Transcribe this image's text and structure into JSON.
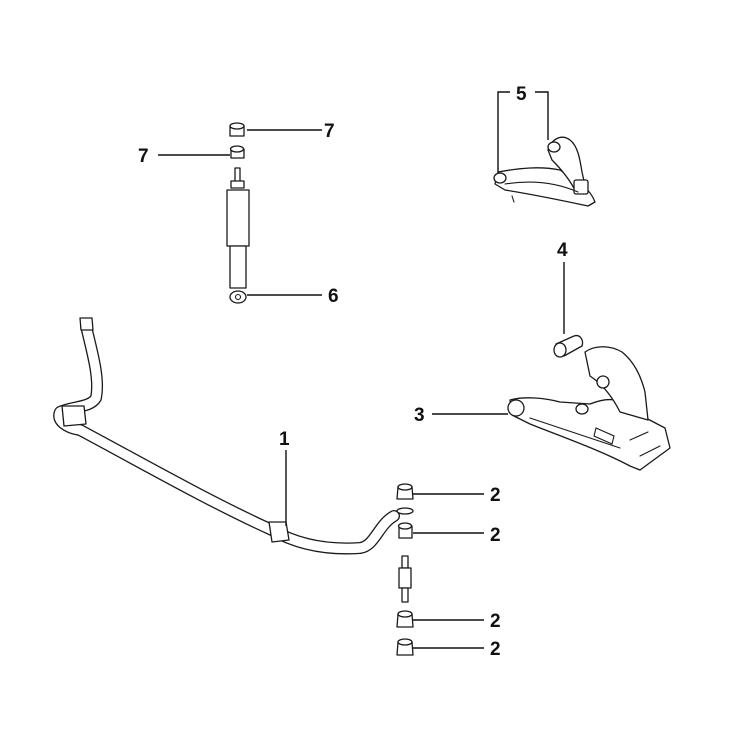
{
  "callouts": {
    "stabilizer_bar": "1",
    "bushing_a": "2",
    "bushing_b": "2",
    "bushing_c": "2",
    "bushing_d": "2",
    "lower_arm": "3",
    "bumper": "4",
    "upper_arm": "5",
    "shock_absorber": "6",
    "top_bushing_right": "7",
    "top_bushing_left": "7"
  },
  "colors": {
    "line": "#1a1a1a",
    "background": "#ffffff"
  }
}
